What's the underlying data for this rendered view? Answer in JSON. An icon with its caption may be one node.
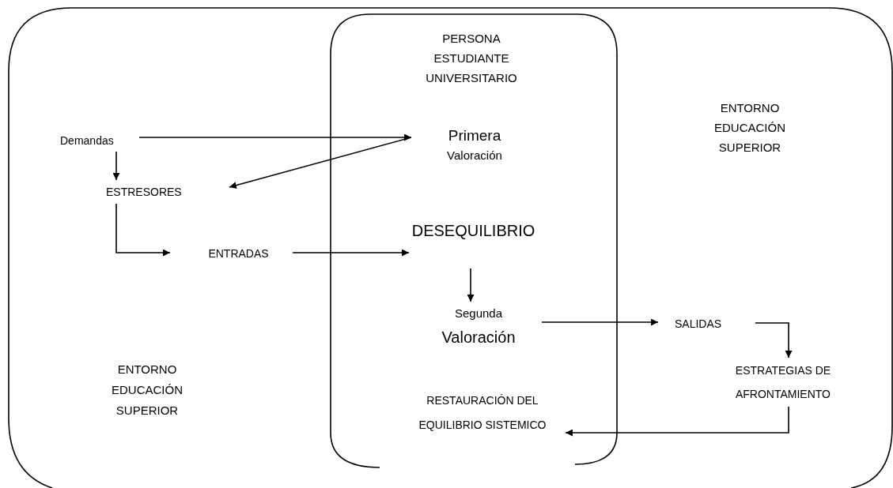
{
  "diagram": {
    "nodes": [
      {
        "text": [
          "ENTORNO EDUCACIÓN SUPERIOR",
          "ENTORNO EDUCACIÓN SUPERIOR"
        ]
      },
      {
        "text": [
          "PERSONA ESTUDIANTE UNIVERSITARIO"
        ],
        "in": 0
      },
      {
        "text": [
          "Demandas"
        ],
        "in": 0
      },
      {
        "text": [
          "ESTRESORES"
        ],
        "in": 0
      },
      {
        "text": [
          "ENTRADAS"
        ],
        "in": 0
      },
      {
        "text": [
          "Primera",
          "Valoración"
        ],
        "in": 1
      },
      {
        "text": [
          "DESEQUILIBRIO"
        ],
        "in": 1
      },
      {
        "text": [
          "Segunda",
          "Valoración"
        ],
        "in": 1
      },
      {
        "text": [
          "RESTAURACIÓN DEL EQUILIBRIO SISTEMICO"
        ],
        "in": 1
      },
      {
        "text": [
          "SALIDAS"
        ],
        "in": 0
      },
      {
        "text": [
          "ESTRATEGIAS DE AFRONTAMIENTO"
        ],
        "in": 0
      }
    ],
    "edges": [
      {
        "from": 2,
        "to": 5,
        "arrow": "to"
      },
      {
        "from": 5,
        "to": 3,
        "arrow": "to"
      },
      {
        "from": 2,
        "to": 3,
        "arrow": "to"
      },
      {
        "from": 3,
        "to": 4,
        "arrow": "to"
      },
      {
        "from": 4,
        "to": 6,
        "arrow": "to"
      },
      {
        "from": 6,
        "to": 7,
        "arrow": "to"
      },
      {
        "from": 7,
        "to": 9,
        "arrow": "to"
      },
      {
        "from": 9,
        "to": 10,
        "arrow": "to"
      },
      {
        "from": 10,
        "to": 8,
        "arrow": "to"
      }
    ]
  }
}
